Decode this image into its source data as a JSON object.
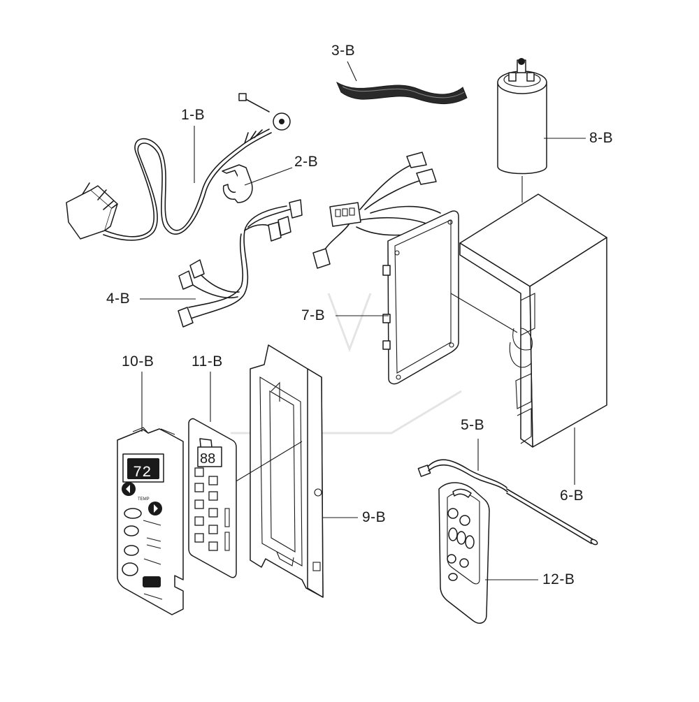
{
  "parts": [
    {
      "id": "1-B"
    },
    {
      "id": "2-B"
    },
    {
      "id": "3-B"
    },
    {
      "id": "4-B"
    },
    {
      "id": "5-B"
    },
    {
      "id": "6-B"
    },
    {
      "id": "7-B"
    },
    {
      "id": "8-B"
    },
    {
      "id": "9-B"
    },
    {
      "id": "10-B"
    },
    {
      "id": "11-B"
    },
    {
      "id": "12-B"
    }
  ],
  "display_panel": {
    "temp_readout": "72",
    "temp_button": "TEMP"
  },
  "colors": {
    "line": "#1a1a1a",
    "background": "#ffffff",
    "watermark": "#e4e4e4"
  }
}
